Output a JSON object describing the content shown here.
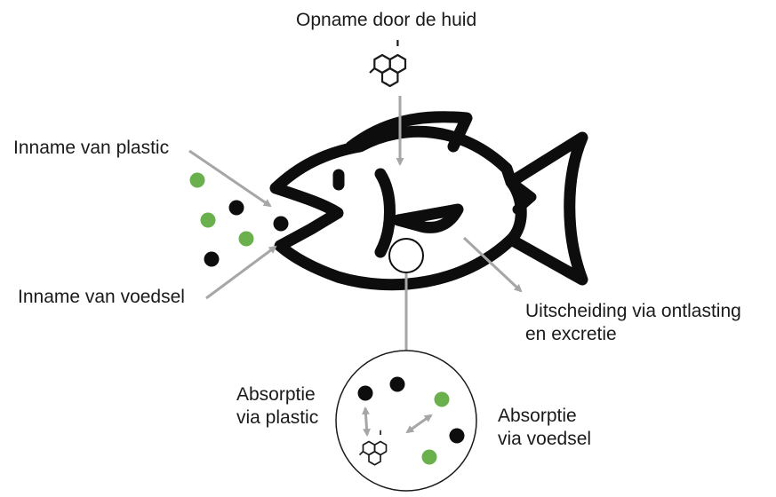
{
  "labels": {
    "uptake_skin": "Opname door de huid",
    "intake_plastic": "Inname van plastic",
    "intake_food": "Inname van voedsel",
    "excretion_line1": "Uitscheiding via ontlasting",
    "excretion_line2": "en excretie",
    "absorption_plastic_line1": "Absorptie",
    "absorption_plastic_line2": "via plastic",
    "absorption_food_line1": "Absorptie",
    "absorption_food_line2": "via voedsel"
  },
  "legend_colors": {
    "plastic_particle": "#6ab04c",
    "food_particle": "#0d0d0d",
    "arrow": "#a6a6a6",
    "fish_outline": "#0d0d0d"
  },
  "icons": [
    "fish-icon",
    "pah-molecule-icon",
    "green-plastic-particle",
    "black-food-particle"
  ]
}
